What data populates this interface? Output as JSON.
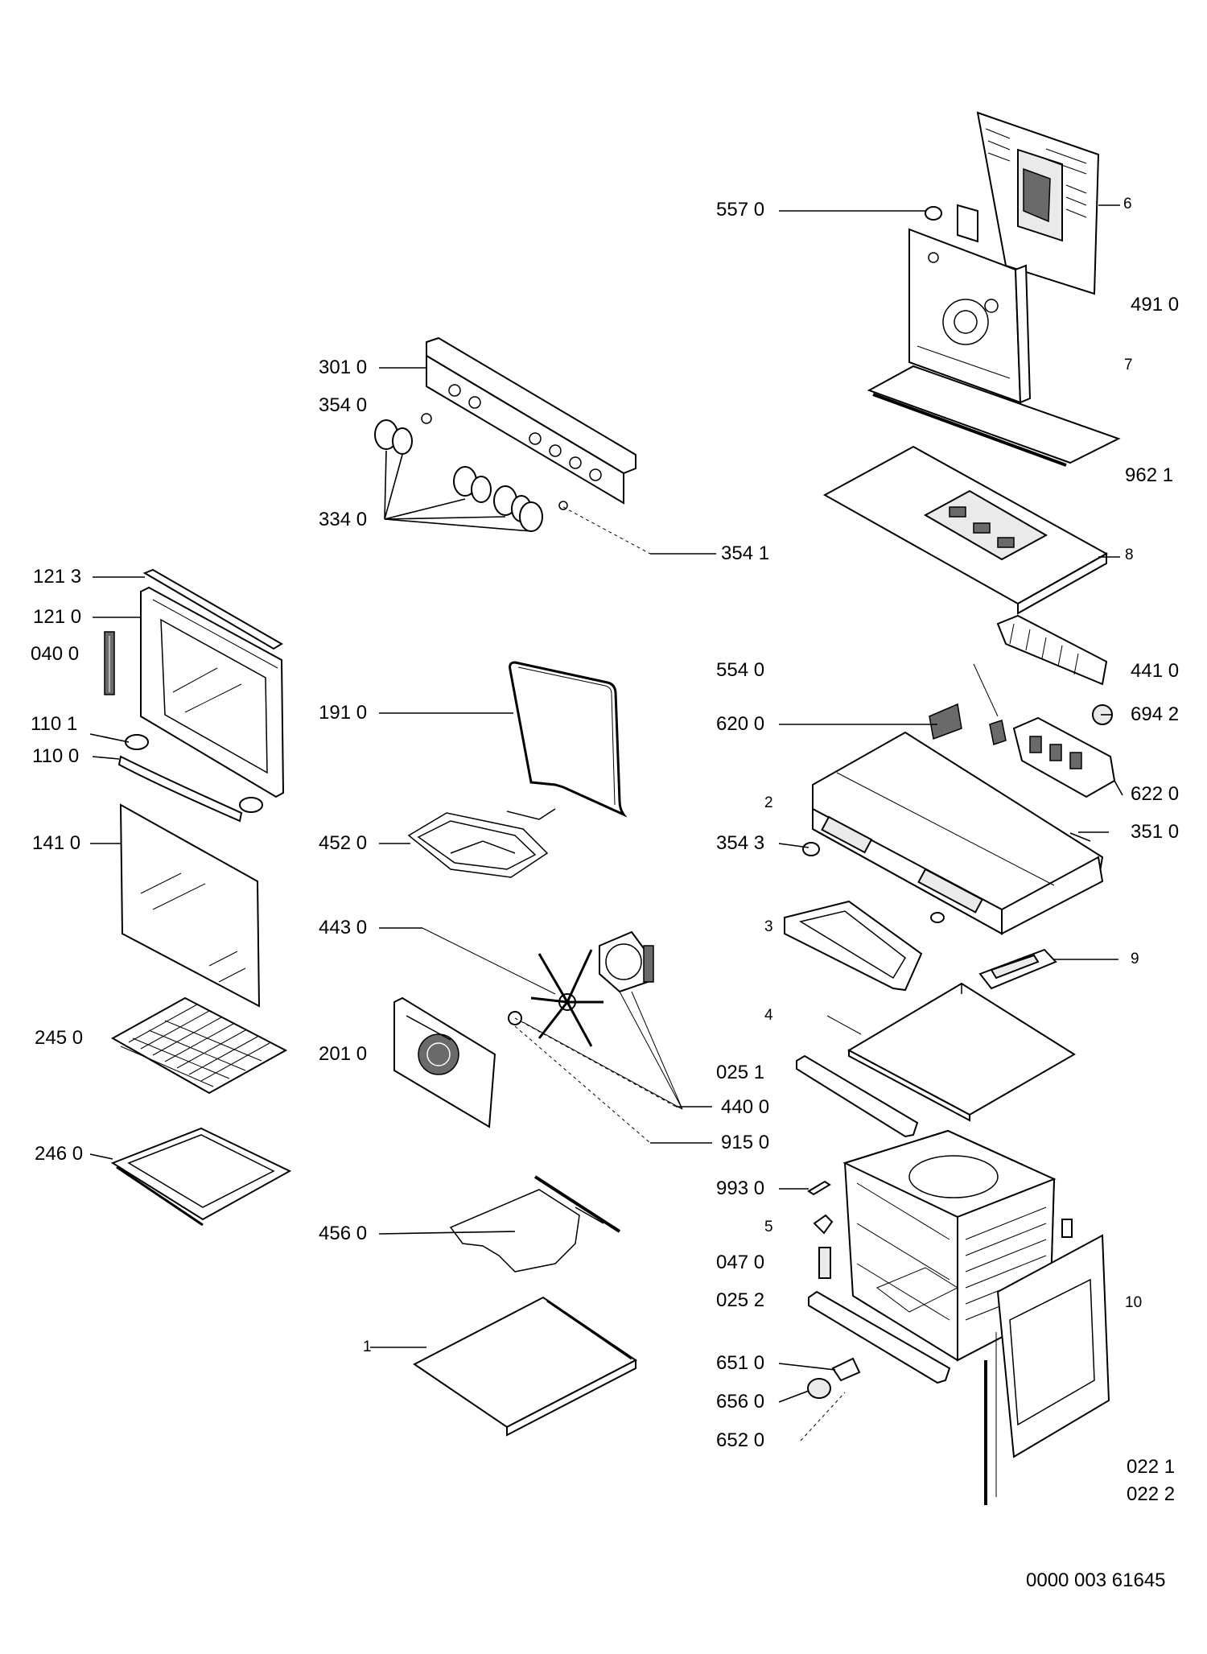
{
  "labels": {
    "l_557_0": "557 0",
    "l_6": "6",
    "l_491_0": "491 0",
    "l_7": "7",
    "l_301_0": "301 0",
    "l_354_0": "354 0",
    "l_334_0": "334 0",
    "l_354_1": "354 1",
    "l_962_1": "962 1",
    "l_8": "8",
    "l_121_3": "121 3",
    "l_121_0": "121 0",
    "l_040_0": "040 0",
    "l_110_1": "110 1",
    "l_110_0": "110 0",
    "l_191_0": "191 0",
    "l_554_0": "554 0",
    "l_441_0": "441 0",
    "l_620_0": "620 0",
    "l_694_2": "694 2",
    "l_622_0": "622 0",
    "l_2": "2",
    "l_141_0": "141 0",
    "l_452_0": "452 0",
    "l_354_3": "354 3",
    "l_351_0": "351 0",
    "l_443_0": "443 0",
    "l_3": "3",
    "l_9": "9",
    "l_245_0": "245 0",
    "l_201_0": "201 0",
    "l_4": "4",
    "l_025_1": "025 1",
    "l_440_0": "440 0",
    "l_915_0": "915 0",
    "l_246_0": "246 0",
    "l_993_0": "993 0",
    "l_456_0": "456 0",
    "l_5": "5",
    "l_047_0": "047 0",
    "l_025_2": "025 2",
    "l_10": "10",
    "l_1": "1",
    "l_651_0": "651 0",
    "l_656_0": "656 0",
    "l_652_0": "652 0",
    "l_022_1": "022 1",
    "l_022_2": "022 2"
  },
  "document_number": "0000 003 61645"
}
